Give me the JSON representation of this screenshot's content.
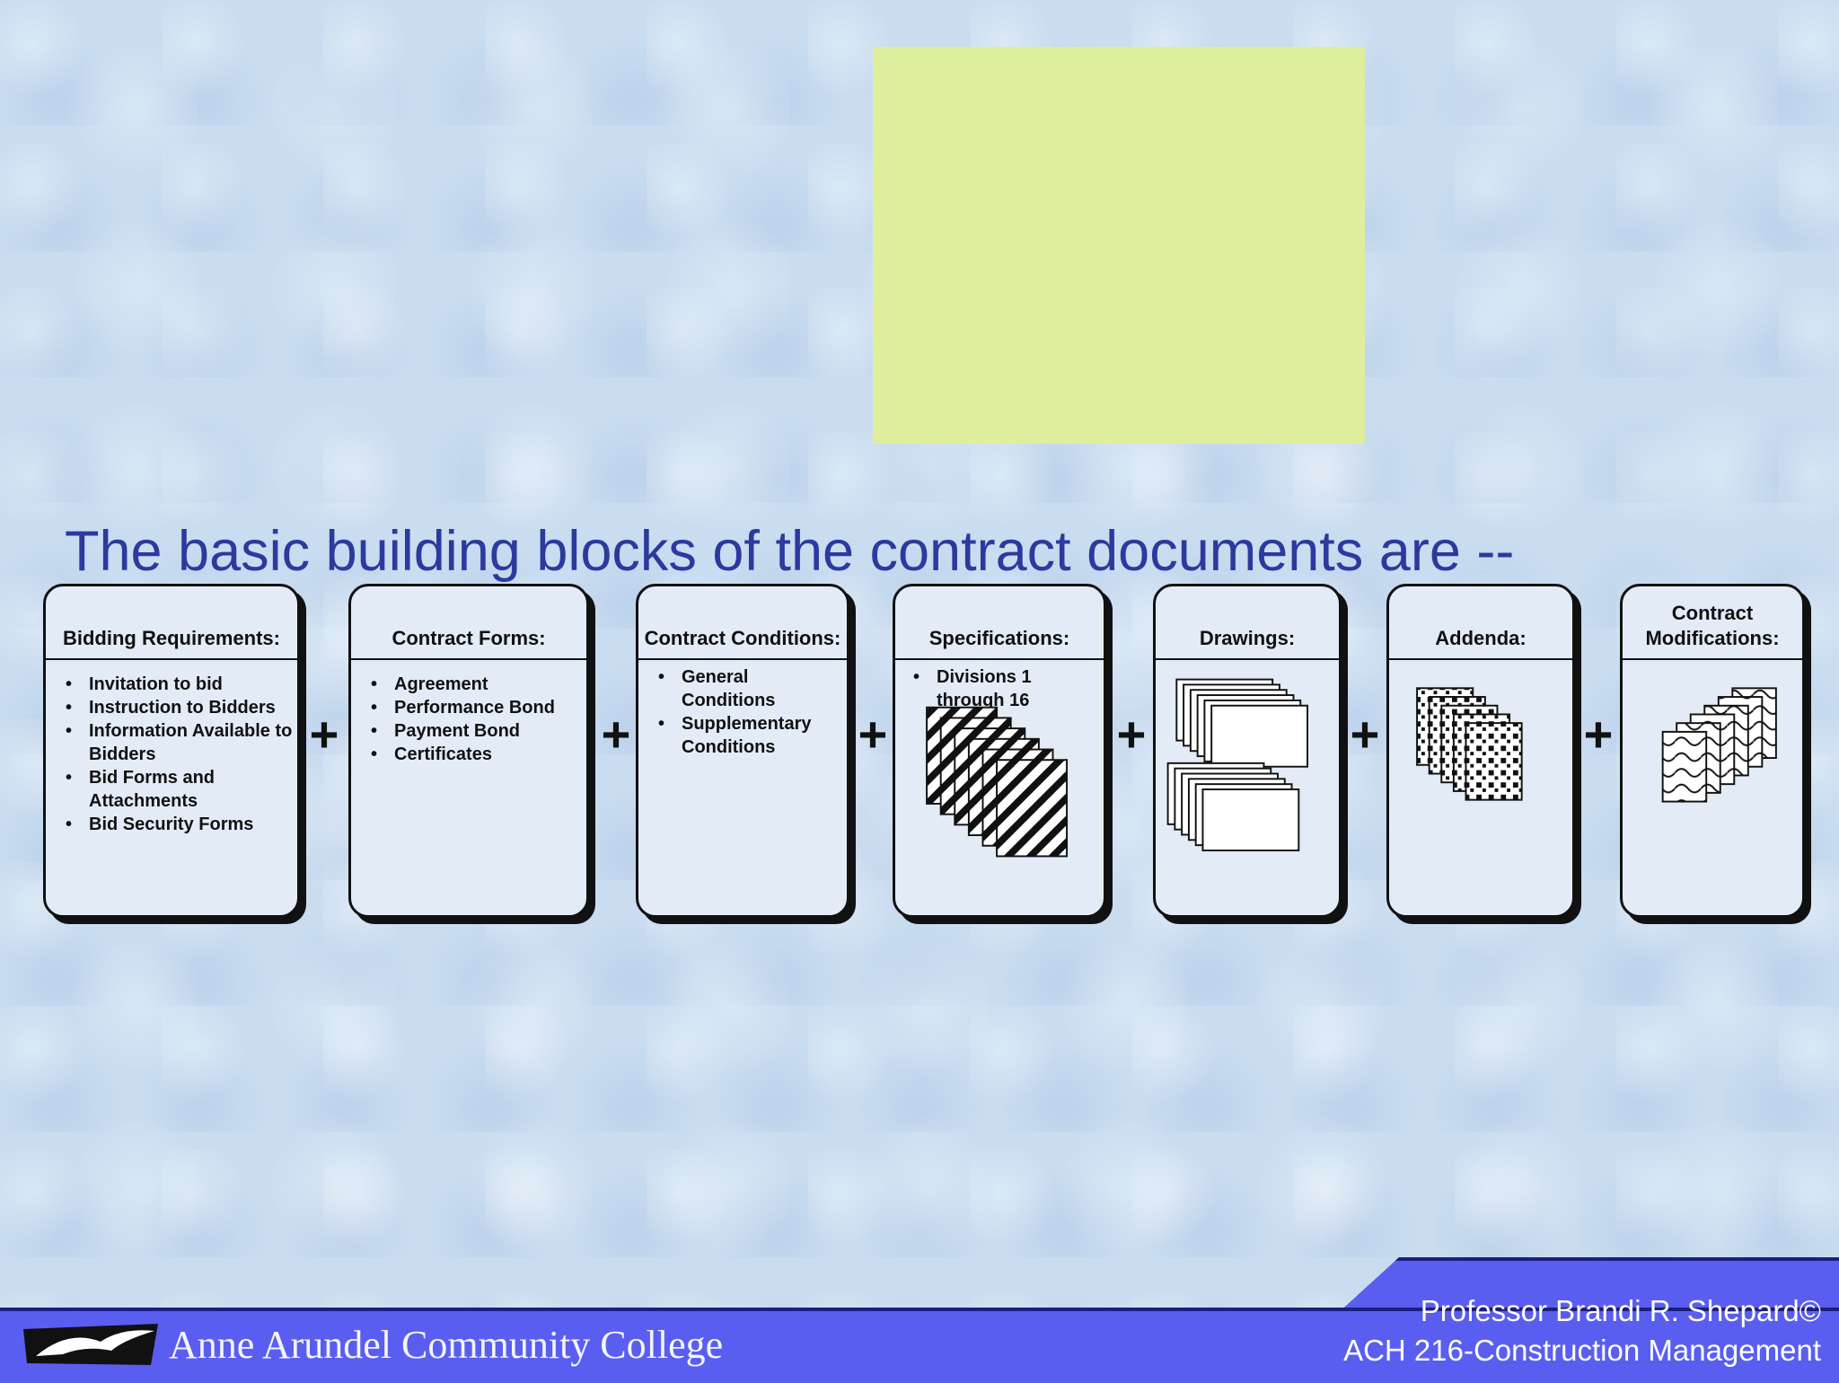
{
  "slide": {
    "title": "The basic building blocks of the contract documents are --"
  },
  "blocks": [
    {
      "header": "Bidding Requirements:",
      "items": [
        "Invitation to bid",
        "Instruction to Bidders",
        "Information Available to Bidders",
        "Bid Forms and Attachments",
        "Bid Security Forms"
      ]
    },
    {
      "header": "Contract Forms:",
      "items": [
        "Agreement",
        "Performance Bond",
        "Payment Bond",
        "Certificates"
      ]
    },
    {
      "header": "Contract Conditions:",
      "items": [
        "General Conditions",
        "Supplementary Conditions"
      ]
    },
    {
      "header": "Specifications:",
      "items": [
        "Divisions 1 through 16"
      ]
    },
    {
      "header": "Drawings:",
      "items": []
    },
    {
      "header": "Addenda:",
      "items": []
    },
    {
      "header": "Contract Modifications:",
      "items": []
    }
  ],
  "plus_symbol": "+",
  "footer": {
    "college_name": "Anne Arundel Community College",
    "professor": "Professor Brandi R. Shepard©",
    "course": "ACH 216-Construction Management"
  },
  "colors": {
    "title": "#2c3a9e",
    "footer_bar": "#5a5ef0",
    "highlight_box": "#dfee9c"
  }
}
